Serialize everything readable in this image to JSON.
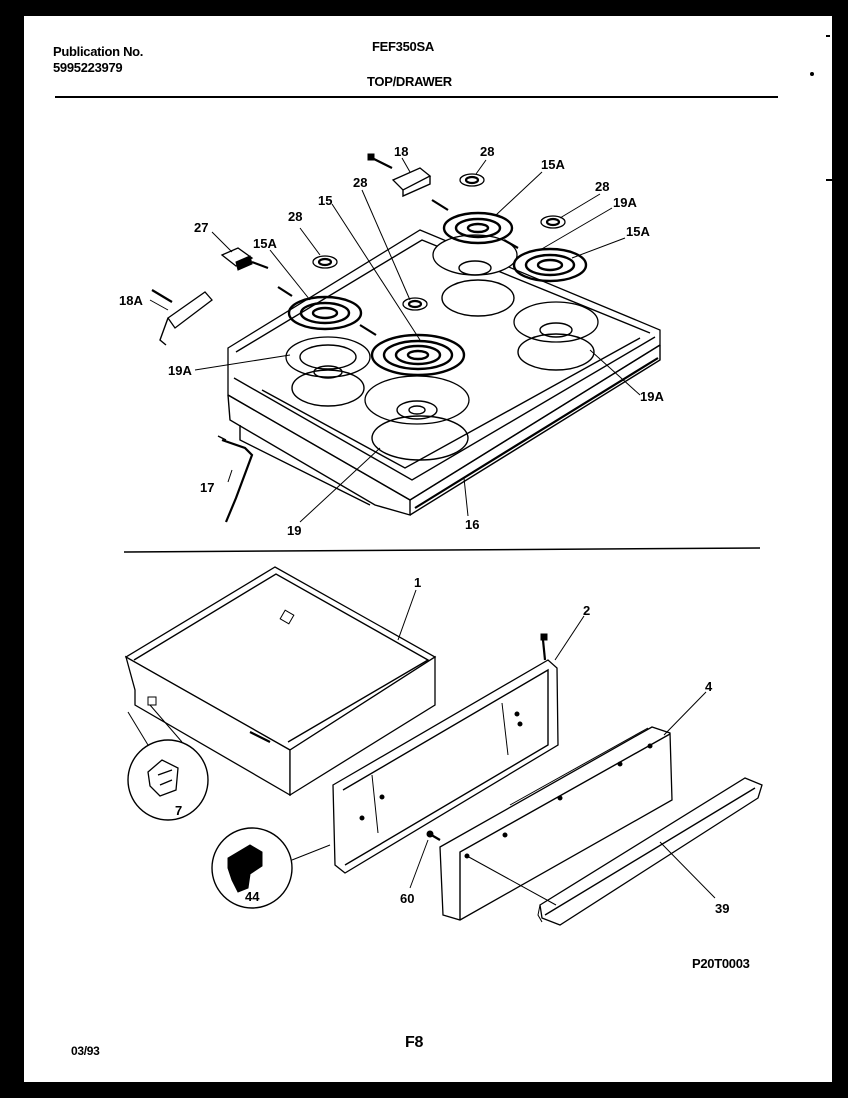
{
  "header": {
    "publication_label": "Publication No.",
    "publication_number": "5995223979",
    "model": "FEF350SA",
    "section": "TOP/DRAWER"
  },
  "callouts": {
    "c18": "18",
    "c28a": "28",
    "c15a_top": "15A",
    "c28b": "28",
    "c19a_top": "19A",
    "c15a_right": "15A",
    "c28c": "28",
    "c15": "15",
    "c28d": "28",
    "c27": "27",
    "c15a_left": "15A",
    "c18a": "18A",
    "c19a_left": "19A",
    "c19a_right": "19A",
    "c17": "17",
    "c19": "19",
    "c16": "16",
    "c1": "1",
    "c2": "2",
    "c4": "4",
    "c7": "7",
    "c44": "44",
    "c60": "60",
    "c39": "39"
  },
  "figure_code": "P20T0003",
  "footer": {
    "date": "03/93",
    "page": "F8"
  }
}
